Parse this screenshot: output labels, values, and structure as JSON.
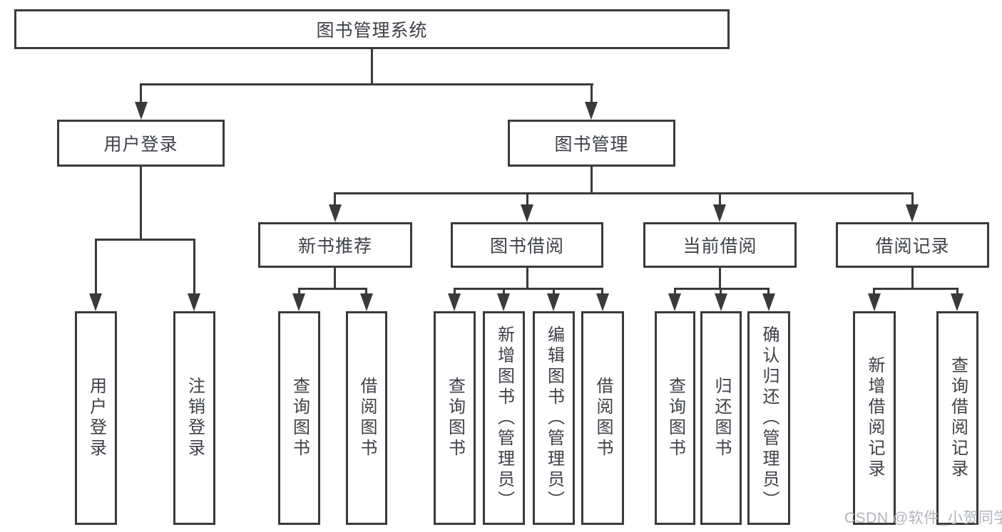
{
  "diagram": {
    "root": {
      "label": "图书管理系统"
    },
    "branches": [
      {
        "label": "用户登录",
        "children": [
          {
            "label": "用户登录"
          },
          {
            "label": "注销登录"
          }
        ]
      },
      {
        "label": "图书管理",
        "children": [
          {
            "label": "新书推荐",
            "children": [
              {
                "label": "查询图书"
              },
              {
                "label": "借阅图书"
              }
            ]
          },
          {
            "label": "图书借阅",
            "children": [
              {
                "label": "查询图书"
              },
              {
                "label": "新增图书（管理员）"
              },
              {
                "label": "编辑图书（管理员）"
              },
              {
                "label": "借阅图书"
              }
            ]
          },
          {
            "label": "当前借阅",
            "children": [
              {
                "label": "查询图书"
              },
              {
                "label": "归还图书"
              },
              {
                "label": "确认归还（管理员）"
              }
            ]
          },
          {
            "label": "借阅记录",
            "children": [
              {
                "label": "新增借阅记录"
              },
              {
                "label": "查询借阅记录"
              }
            ]
          }
        ]
      }
    ]
  },
  "watermark": {
    "text": "CSDN @软件_小贺同学"
  },
  "colors": {
    "line": "#3a3a3a",
    "text": "#3d4147",
    "background": "#ffffff",
    "watermark": "#b0b4bc"
  }
}
